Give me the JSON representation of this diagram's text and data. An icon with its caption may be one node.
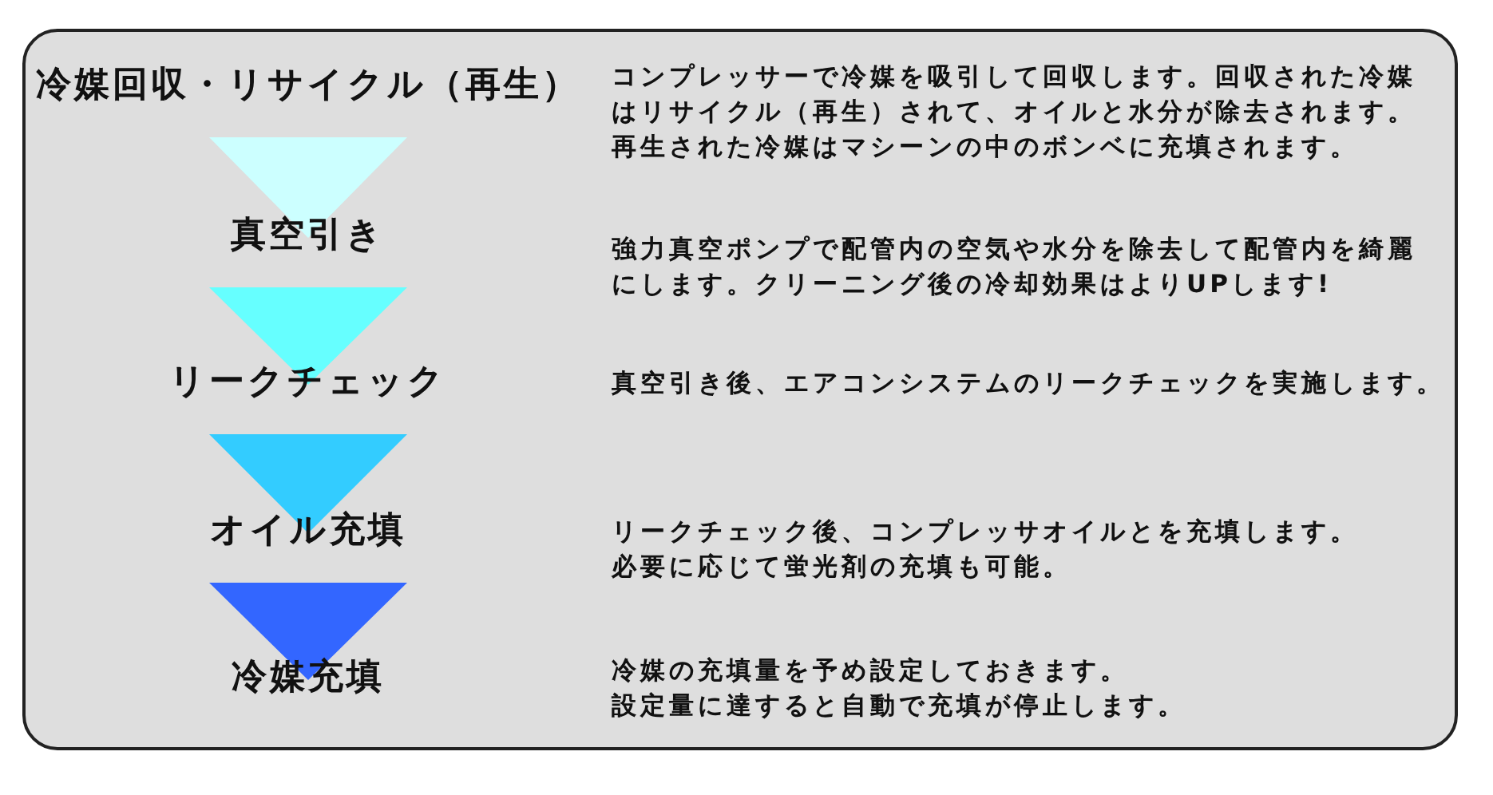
{
  "diagram": {
    "nodes": [
      {
        "text": [],
        "shape": "box"
      },
      {
        "text": [
          "冷媒回収・リサイクル（再生）"
        ],
        "in": 0
      },
      {
        "text": [
          "真空引き"
        ],
        "in": 0
      },
      {
        "text": [
          "リークチェック"
        ],
        "in": 0
      },
      {
        "text": [
          "オイル充填"
        ],
        "in": 0
      },
      {
        "text": [
          "冷媒充填"
        ],
        "in": 0
      }
    ],
    "edges": [
      {
        "from": 1,
        "to": 2,
        "arrow": "to",
        "color": "#ccffff"
      },
      {
        "from": 2,
        "to": 3,
        "arrow": "to",
        "color": "#66ffff"
      },
      {
        "from": 3,
        "to": 4,
        "arrow": "to",
        "color": "#33ccff"
      },
      {
        "from": 4,
        "to": 5,
        "arrow": "to",
        "color": "#3366ff"
      }
    ],
    "labels": [
      "コンプレッサーで冷媒を吸引して回収します。回収された冷媒はリサイクル（再生）されて、オイルと水分が除去されます。再生された冷媒はマシーンの中のボンベに充填されます。",
      "強力真空ポンプで配管内の空気や水分を除去して配管内を綺麗にします。クリーニング後の冷却効果はよりUPします!",
      "真空引き後、エアコンシステムのリークチェックを実施します。",
      "リークチェック後、コンプレッサオイルとを充填します。",
      "必要に応じて蛍光剤の充填も可能。",
      "冷媒の充填量を予め設定しておきます。",
      "設定量に達すると自動で充填が停止します。"
    ]
  }
}
